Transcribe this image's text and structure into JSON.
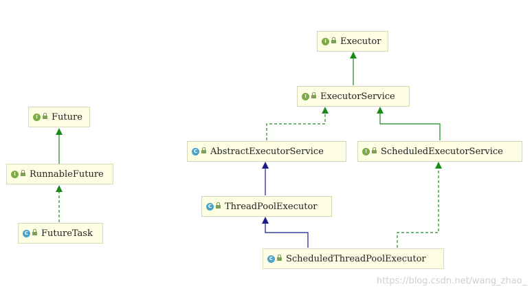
{
  "colors": {
    "interface_badge": "#7bab45",
    "class_badge": "#4aa3c9",
    "realize_edge": "#1b8a1b",
    "extend_edge": "#1a1a8a"
  },
  "nodes": {
    "executor": {
      "label": "Executor",
      "kind": "I"
    },
    "executor_service": {
      "label": "ExecutorService",
      "kind": "I"
    },
    "abstract_executor_service": {
      "label": "AbstractExecutorService",
      "kind": "C"
    },
    "scheduled_executor_service": {
      "label": "ScheduledExecutorService",
      "kind": "I"
    },
    "thread_pool_executor": {
      "label": "ThreadPoolExecutor",
      "kind": "C"
    },
    "scheduled_thread_pool_executor": {
      "label": "ScheduledThreadPoolExecutor",
      "kind": "C"
    },
    "future": {
      "label": "Future",
      "kind": "I"
    },
    "runnable_future": {
      "label": "RunnableFuture",
      "kind": "I"
    },
    "future_task": {
      "label": "FutureTask",
      "kind": "C"
    }
  },
  "watermark": "https://blog.csdn.net/wang_zhao_"
}
